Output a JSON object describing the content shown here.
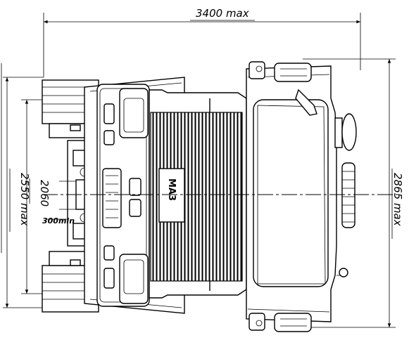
{
  "dimensions": {
    "length": "3400 max",
    "width_outer": "2550 max",
    "track": "2060",
    "height": "2865 max",
    "offset": "300min"
  },
  "brand": "MA3"
}
